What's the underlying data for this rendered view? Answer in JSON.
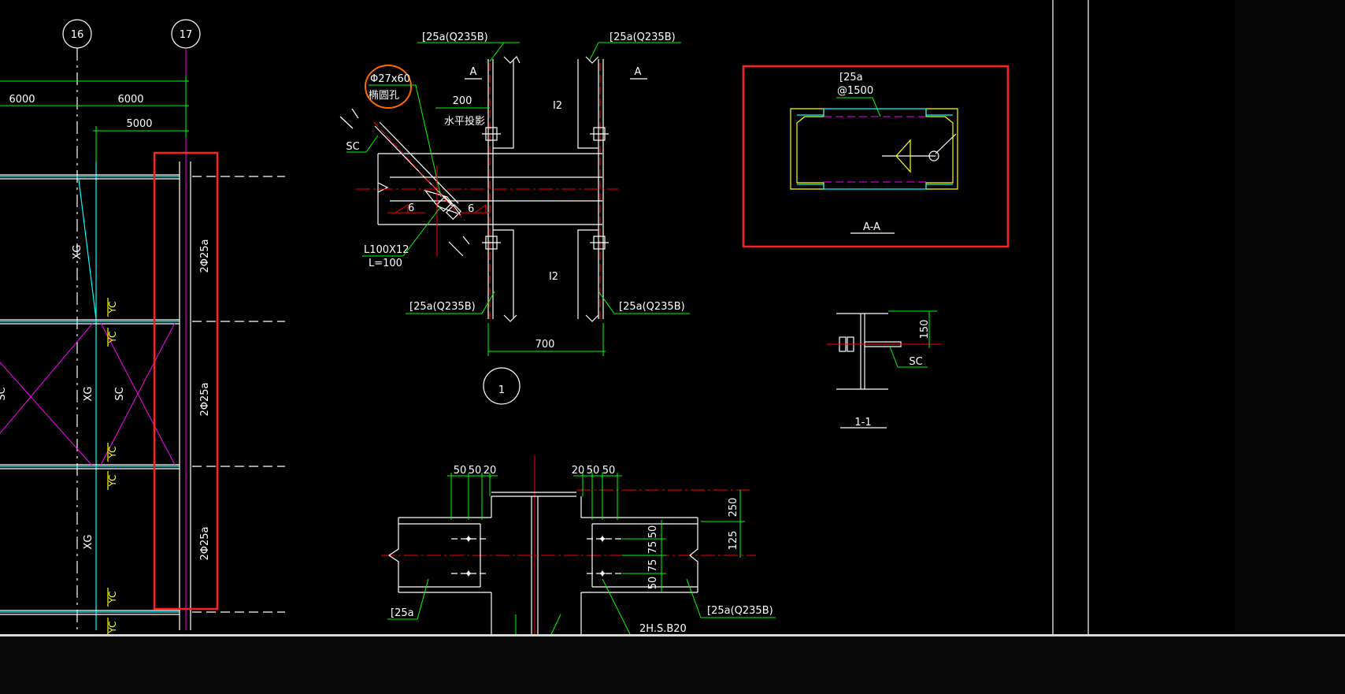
{
  "axes": {
    "a16": "16",
    "a17": "17"
  },
  "dims": {
    "span1": "6000",
    "span2": "6000",
    "span3": "5000",
    "d200": "200",
    "d700": "700",
    "d150": "150",
    "d50a": "50",
    "d50b": "50",
    "d20a": "20",
    "d20b": "20",
    "d50c": "50",
    "d50d": "50",
    "d250": "250",
    "d125": "125",
    "v50a": "50",
    "v75a": "75",
    "v75b": "75",
    "v50b": "50"
  },
  "labels": {
    "xg1": "XG",
    "xg2": "XG",
    "xg3": "XG",
    "sc_left": "SC",
    "sc_mid": "SC",
    "sc_partial": "SC",
    "yc1": "YC",
    "yc2": "YC",
    "yc3": "YC",
    "yc4": "YC",
    "yc5": "YC",
    "yc6": "YC",
    "rebar1": "2Φ25a",
    "rebar2": "2Φ25a",
    "rebar3": "2Φ25a"
  },
  "detail1": {
    "ch_top_left": "[25a(Q235B)",
    "ch_top_right": "[25a(Q235B)",
    "ch_bot_left": "[25a(Q235B)",
    "ch_bot_right": "[25a(Q235B)",
    "sec_a_left": "A",
    "sec_a_right": "A",
    "hole_size": "Φ27x60",
    "hole_type": "椭圆孔",
    "proj_note": "水平投影",
    "sc": "SC",
    "angle": "L100X12",
    "angle_len": "L=100",
    "weld_l": "6",
    "weld_r": "6",
    "i2_top": "I2",
    "i2_bot": "I2",
    "marker": "1"
  },
  "section_aa": {
    "channel": "[25a",
    "spacing": "@1500",
    "title": "A-A"
  },
  "section_11": {
    "sc": "SC",
    "title": "1-1"
  },
  "detail_bottom": {
    "ch_left": "[25a",
    "ch_right": "[25a(Q235B)",
    "bolts": "2H.S.B20"
  }
}
